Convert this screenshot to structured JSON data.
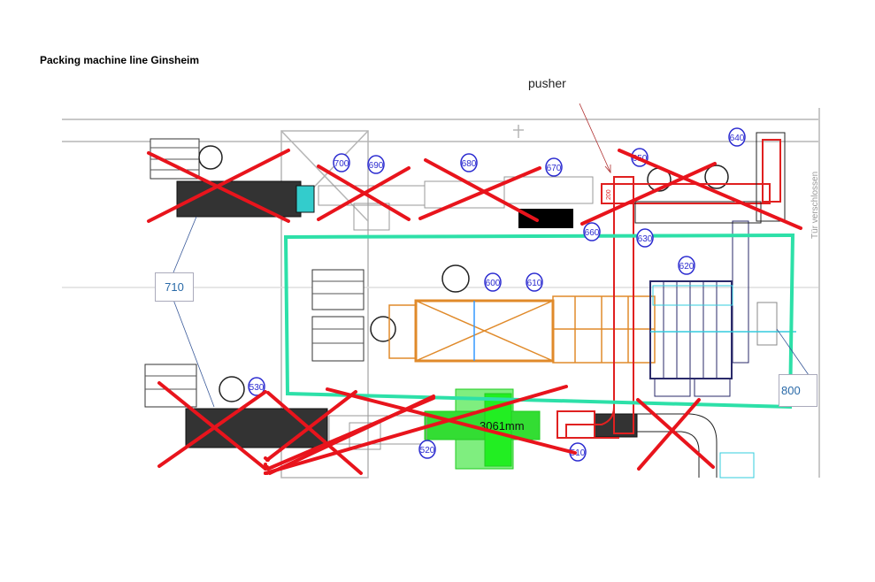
{
  "title": "Packing machine line Ginsheim",
  "annotation_pusher": "pusher",
  "callout_boxes": {
    "left": "710",
    "right": "800"
  },
  "door_text": "Tür verschlossen",
  "dimension_text": "3061mm",
  "small_dim": "200",
  "station_labels": [
    "700",
    "690",
    "680",
    "670",
    "650",
    "640",
    "660",
    "630",
    "620",
    "600",
    "610",
    "530",
    "520",
    "510"
  ],
  "colors": {
    "cross": "#e8141c",
    "highlight": "#2de0a8",
    "labels": "#2b2bd0",
    "orange": "#e08a2a",
    "green": "#22dd22",
    "red_machine": "#e02020"
  }
}
